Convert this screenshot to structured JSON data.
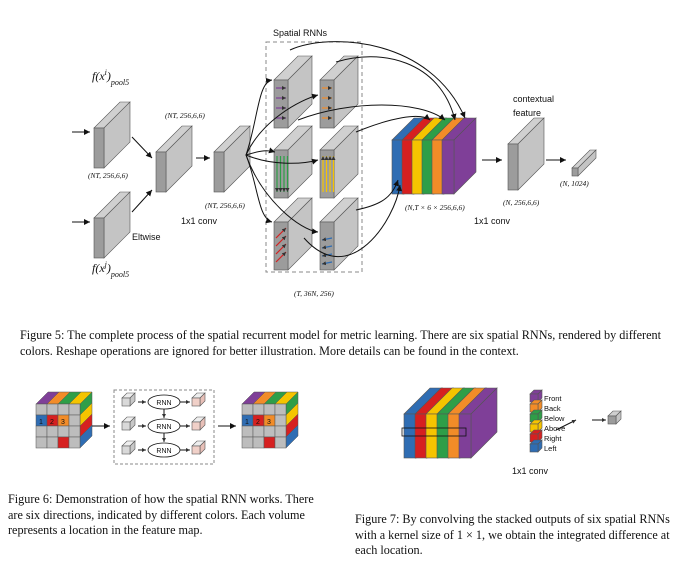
{
  "figure5": {
    "spatial_rnns": "Spatial RNNs",
    "f_top": "f(x",
    "f_top_sup": "i",
    "f_top_sub": "pool5",
    "f_bot": "f(x",
    "f_bot_sup": "j",
    "f_bot_sub": "pool5",
    "nt_in": "(NT, 256,6,6)",
    "nt_mid": "(NT, 256,6,6)",
    "nt_conv": "(NT, 256,6,6)",
    "eltwise": "Eltwise",
    "conv1": "1x1 conv",
    "t36n": "(T, 36N, 256)",
    "stack_dim": "(N,T × 6 × 256,6,6)",
    "conv2": "1x1 conv",
    "n256": "(N, 256,6,6)",
    "contextual": "contextual",
    "feature": "feature",
    "n1024": "(N, 1024)",
    "caption": "Figure 5: The complete process of the spatial recurrent model for metric learning. There are six spatial RNNs, rendered by different colors. Reshape operations are ignored for better illustration. More details can be found in the context."
  },
  "figure6": {
    "rnn1": "RNN",
    "rnn2": "RNN",
    "rnn3": "RNN",
    "grid_nums": [
      "1",
      "2",
      "3"
    ],
    "caption": "Figure 6: Demonstration of how the spatial RNN works. There are six directions, indicated by different colors. Each volume represents a location in the feature map."
  },
  "figure7": {
    "legend": [
      "Front",
      "Back",
      "Below",
      "Above",
      "Right",
      "Left"
    ],
    "conv": "1x1 conv",
    "caption": "Figure 7: By convolving the stacked outputs of six spatial RNNs with a kernel size of 1 × 1, we obtain the integrated difference at each location."
  },
  "colors": {
    "front": "#7f3f98",
    "back": "#f28c28",
    "below": "#2e9e48",
    "above": "#f5c400",
    "right": "#d62020",
    "left": "#2f6db3",
    "gray_face": "#9c9c9c",
    "gray_top": "#d0d0d0",
    "gray_side": "#c4c4c4"
  }
}
